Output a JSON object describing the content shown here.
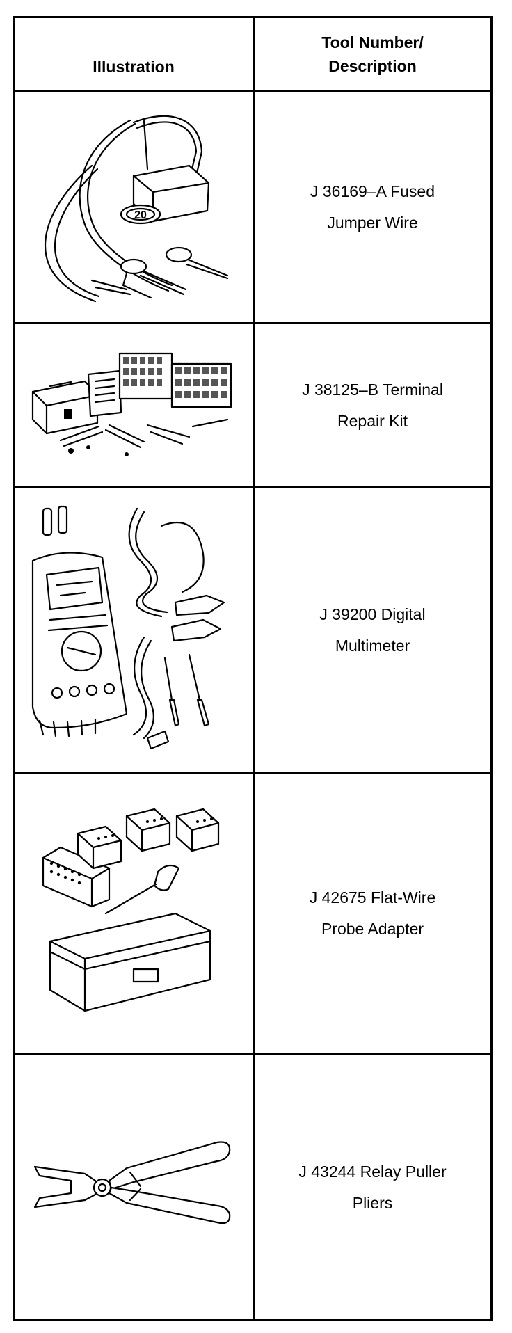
{
  "table": {
    "headers": {
      "illustration": "Illustration",
      "tool_line1": "Tool Number/",
      "tool_line2": "Description"
    },
    "rows": [
      {
        "icon": "fused-jumper-wire-illustration",
        "line1": "J 36169–A Fused",
        "line2": "Jumper Wire",
        "label": "20"
      },
      {
        "icon": "terminal-repair-kit-illustration",
        "line1": "J 38125–B Terminal",
        "line2": "Repair Kit"
      },
      {
        "icon": "digital-multimeter-illustration",
        "line1": "J 39200 Digital",
        "line2": "Multimeter"
      },
      {
        "icon": "flat-wire-probe-adapter-illustration",
        "line1": "J 42675 Flat-Wire",
        "line2": "Probe Adapter"
      },
      {
        "icon": "relay-puller-pliers-illustration",
        "line1": "J 43244 Relay Puller",
        "line2": "Pliers"
      }
    ]
  }
}
